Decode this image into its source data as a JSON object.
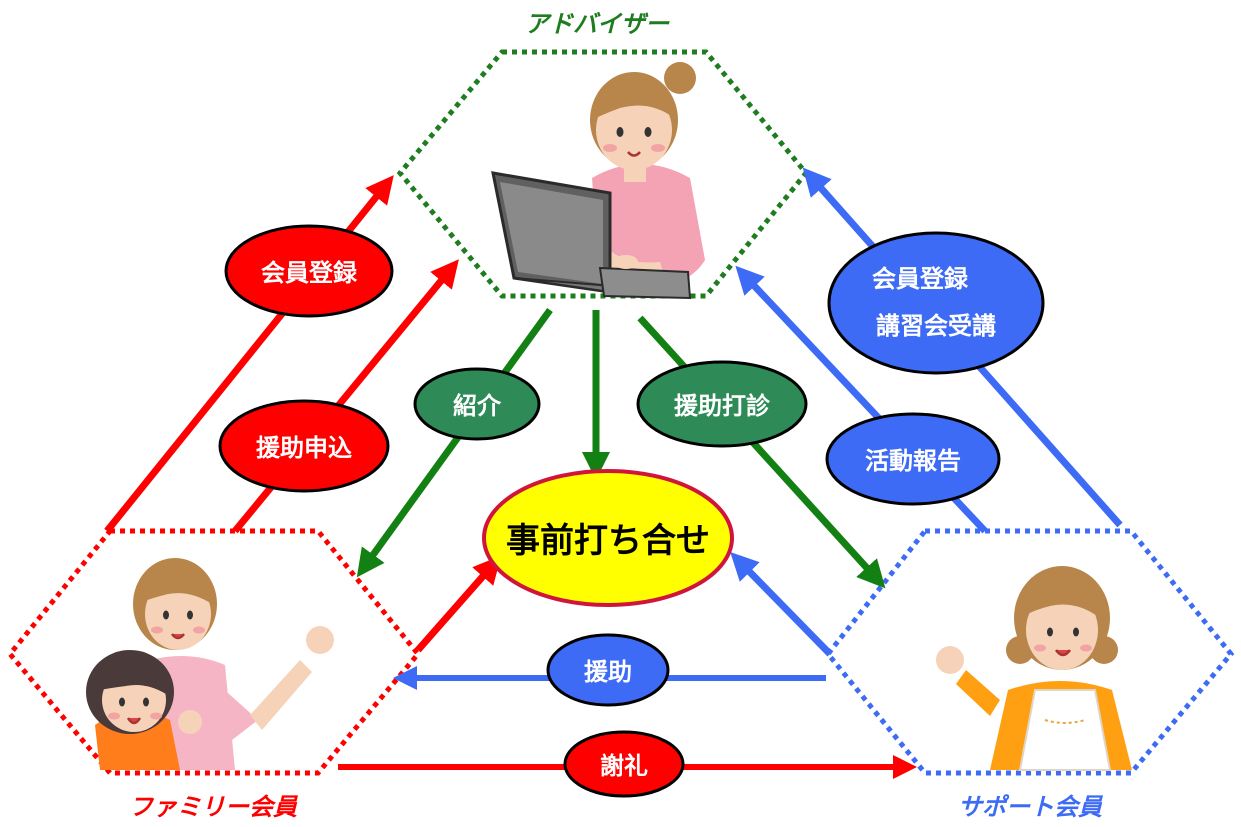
{
  "colors": {
    "advisor": "#1e7d1e",
    "family": "#ff0000",
    "support": "#3d6bf5",
    "oval_red": "#ff0000",
    "oval_blue": "#3d6bf5",
    "oval_green": "#2e8b57",
    "center_fill": "#ffff00",
    "center_border": "#d1143c"
  },
  "roles": {
    "advisor": "アドバイザー",
    "family": "ファミリー会員",
    "support": "サポート会員"
  },
  "center": {
    "label": "事前打ち合せ"
  },
  "flows": {
    "family_register": "会員登録",
    "family_request": "援助申込",
    "introduce": "紹介",
    "sound_out": "援助打診",
    "support_register_line1": "会員登録",
    "support_register_line2": "講習会受講",
    "activity_report": "活動報告",
    "support": "援助",
    "thanks": "謝礼"
  },
  "icons": {
    "advisor": "advisor-with-laptop-illustration",
    "family": "mother-and-child-illustration",
    "support": "support-member-in-apron-illustration"
  }
}
